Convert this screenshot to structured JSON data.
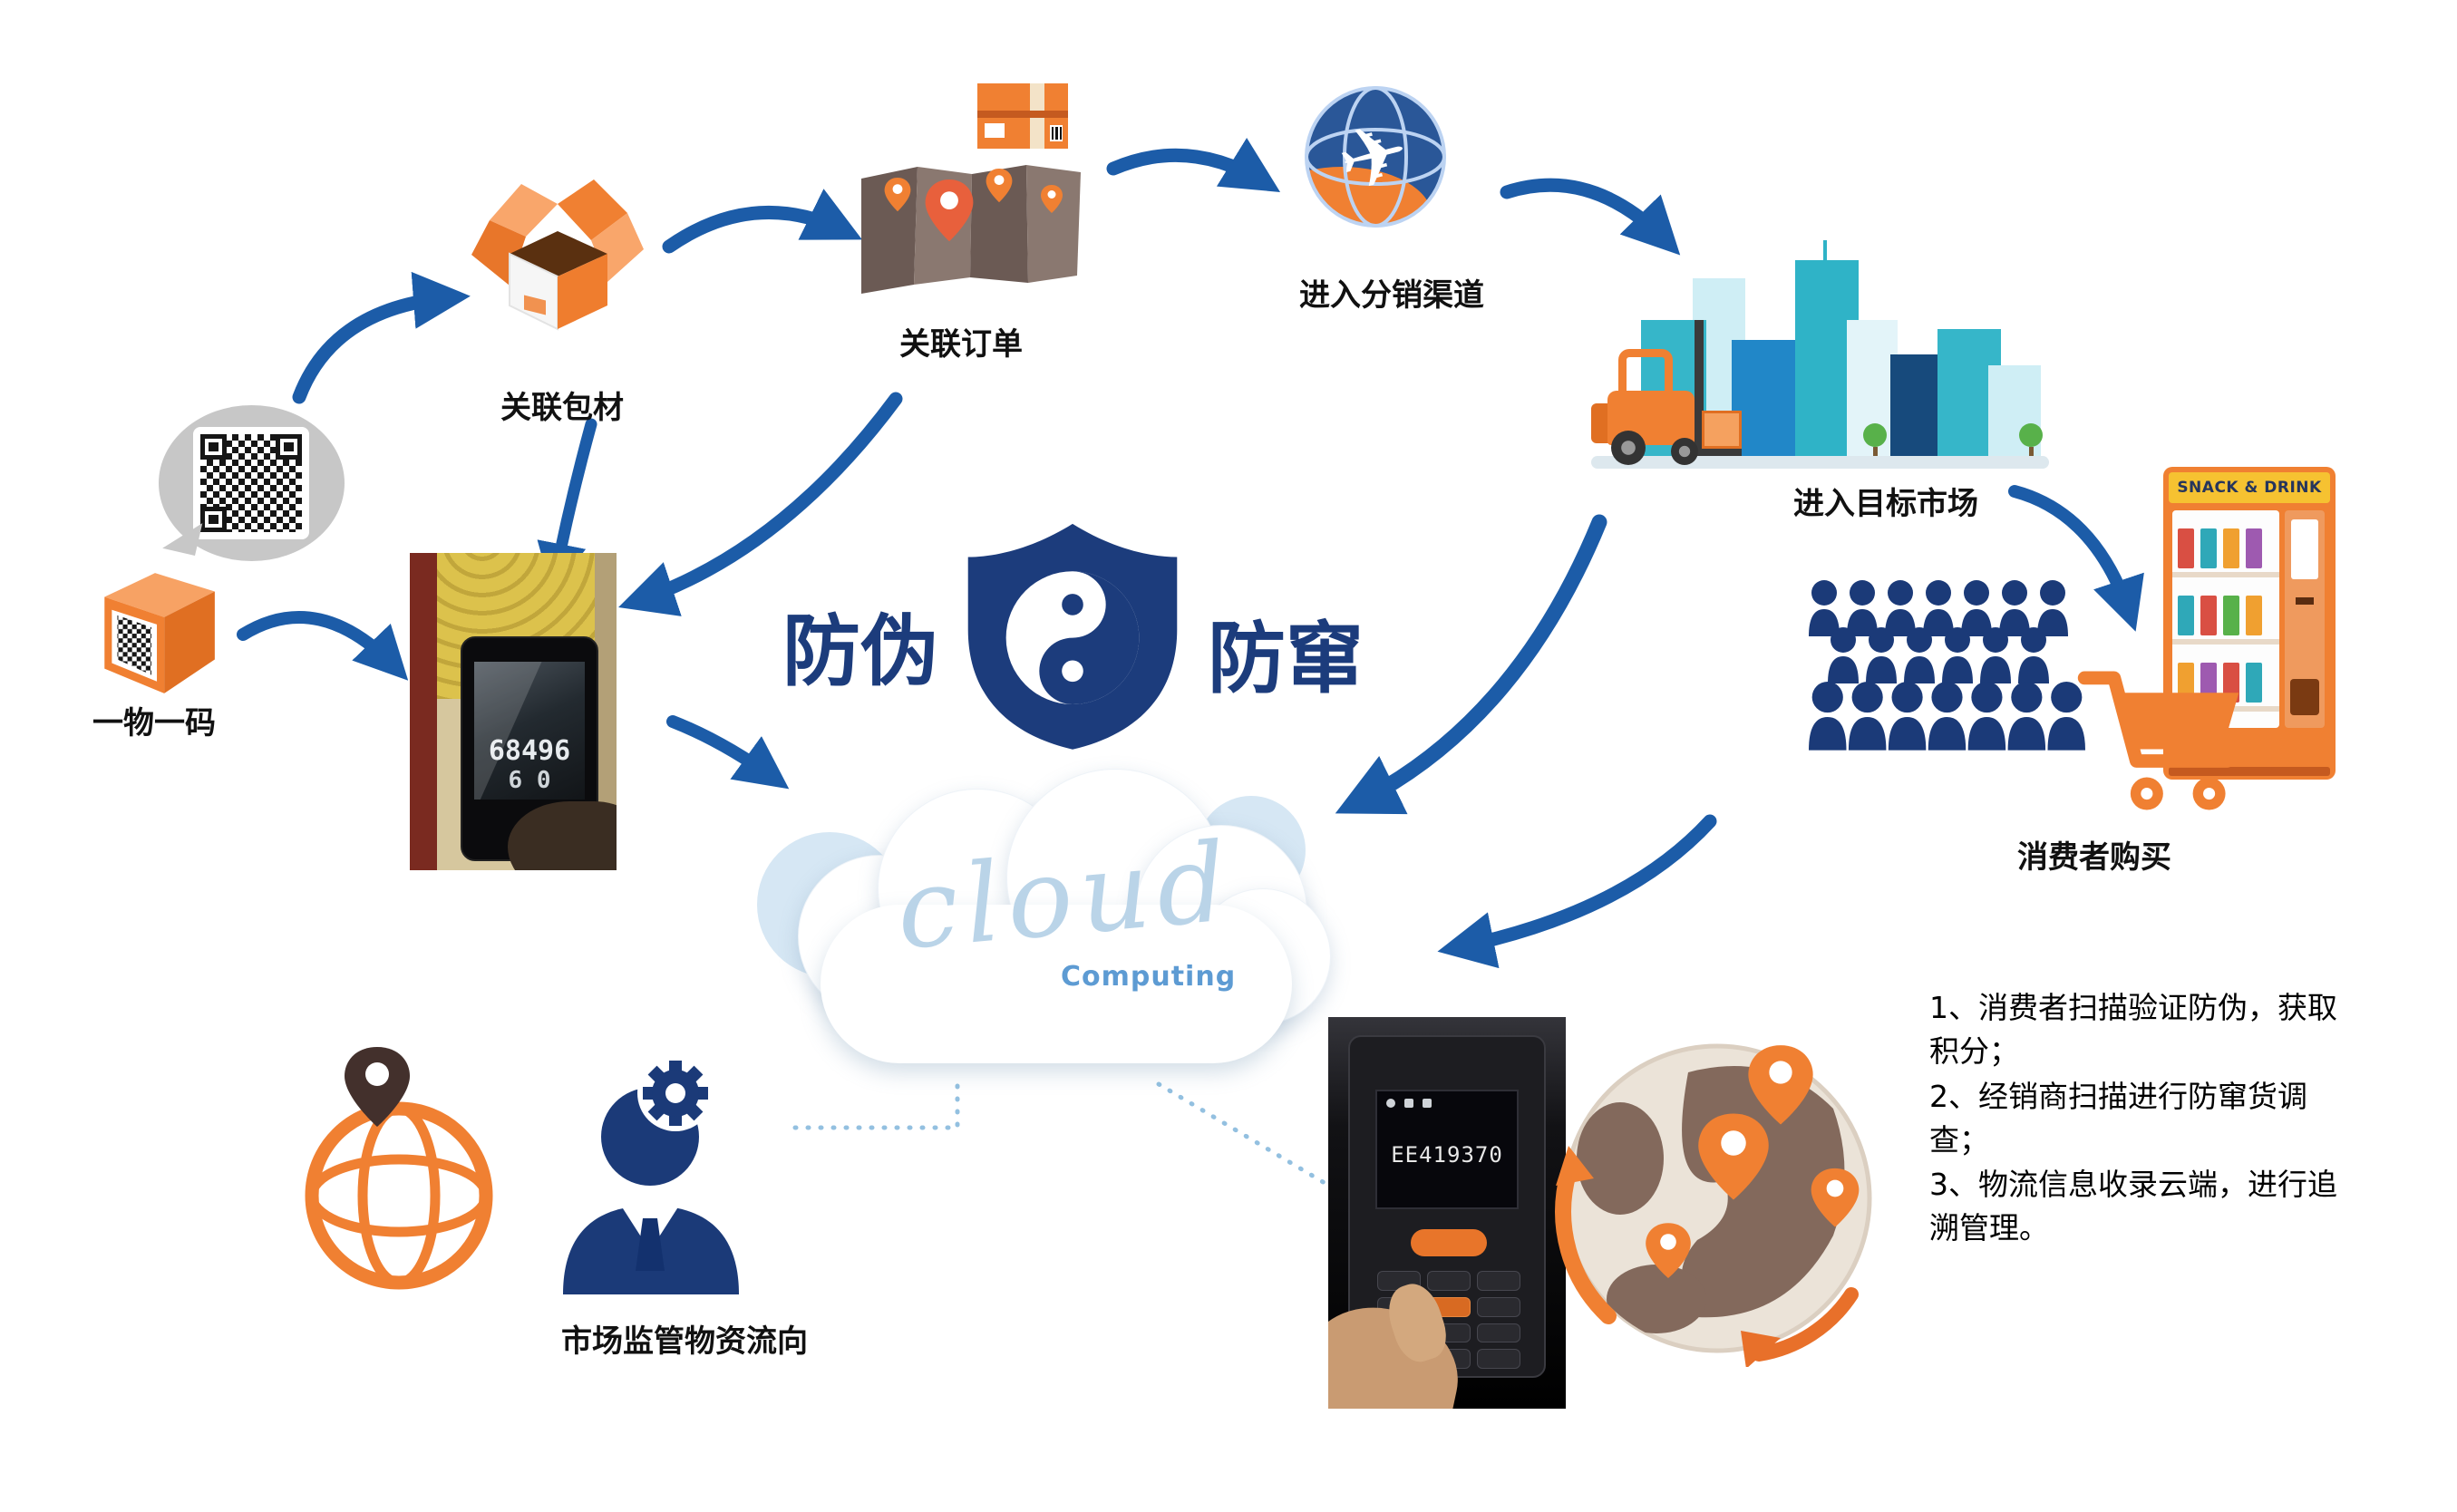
{
  "flow": {
    "one_code_label": "一物一码",
    "packaging_label": "关联包材",
    "order_label": "关联订单",
    "distribution_label": "进入分销渠道",
    "target_market_label": "进入目标市场",
    "consumer_label": "消费者购买",
    "supervision_label": "市场监管物资流向"
  },
  "center": {
    "anti_counterfeit": "防伪",
    "anti_diversion": "防窜"
  },
  "cloud": {
    "script": "cloud",
    "caption": "Computing"
  },
  "vending": {
    "header": "SNACK & DRINK"
  },
  "devices": {
    "phone_screen_line1": "68496",
    "phone_screen_line2": "6 0",
    "scanner_screen_text": "EE419370"
  },
  "notes": {
    "lines": [
      "1、消费者扫描验证防伪，获取积分；",
      "2、经销商扫描进行防窜货调查；",
      "3、物流信息收录云端，进行追溯管理。"
    ]
  },
  "icons": {
    "plane": "✈"
  },
  "colors": {
    "navy": "#1b3a78",
    "orange": "#f08032",
    "arrow_blue": "#1c5ca8",
    "cloud_blue": "#bad4e8",
    "vending_yellow": "#f6c231"
  }
}
